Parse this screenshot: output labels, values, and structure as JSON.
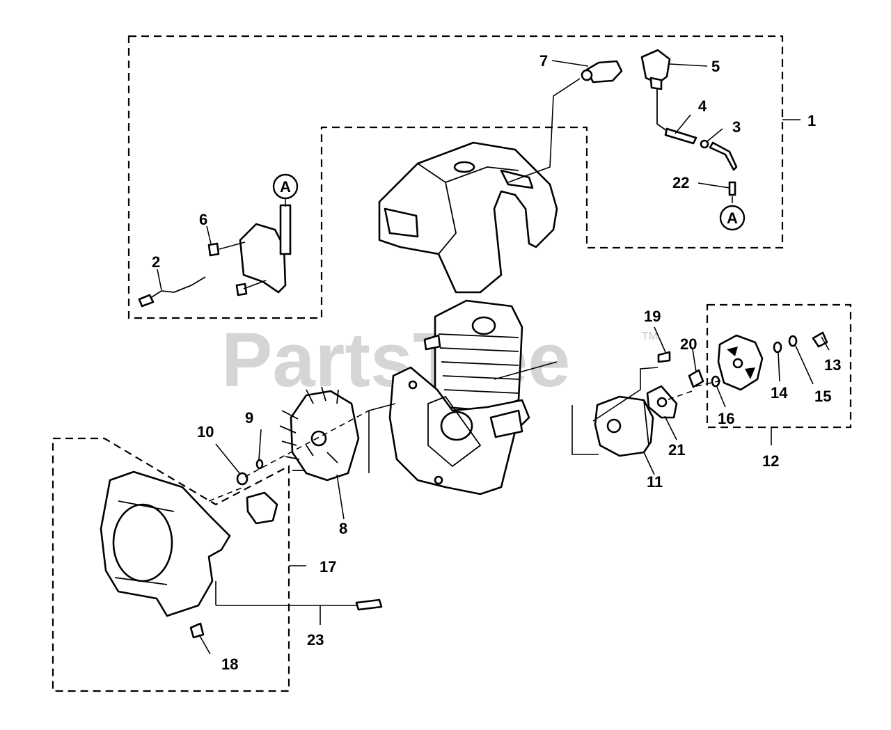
{
  "watermark": {
    "text": "PartsTree",
    "trademark": "TM"
  },
  "callouts": [
    {
      "key": "p1",
      "text": "1"
    },
    {
      "key": "p2",
      "text": "2"
    },
    {
      "key": "p3",
      "text": "3"
    },
    {
      "key": "p4",
      "text": "4"
    },
    {
      "key": "p5",
      "text": "5"
    },
    {
      "key": "p6",
      "text": "6"
    },
    {
      "key": "p7",
      "text": "7"
    },
    {
      "key": "p8",
      "text": "8"
    },
    {
      "key": "p9",
      "text": "9"
    },
    {
      "key": "p10",
      "text": "10"
    },
    {
      "key": "p11",
      "text": "11"
    },
    {
      "key": "p12",
      "text": "12"
    },
    {
      "key": "p13",
      "text": "13"
    },
    {
      "key": "p14",
      "text": "14"
    },
    {
      "key": "p15",
      "text": "15"
    },
    {
      "key": "p16",
      "text": "16"
    },
    {
      "key": "p17",
      "text": "17"
    },
    {
      "key": "p18",
      "text": "18"
    },
    {
      "key": "p19",
      "text": "19"
    },
    {
      "key": "p20",
      "text": "20"
    },
    {
      "key": "p21",
      "text": "21"
    },
    {
      "key": "p22",
      "text": "22"
    },
    {
      "key": "p23",
      "text": "23"
    }
  ],
  "connectors": [
    {
      "key": "a_left",
      "text": "A"
    },
    {
      "key": "a_right",
      "text": "A"
    }
  ]
}
